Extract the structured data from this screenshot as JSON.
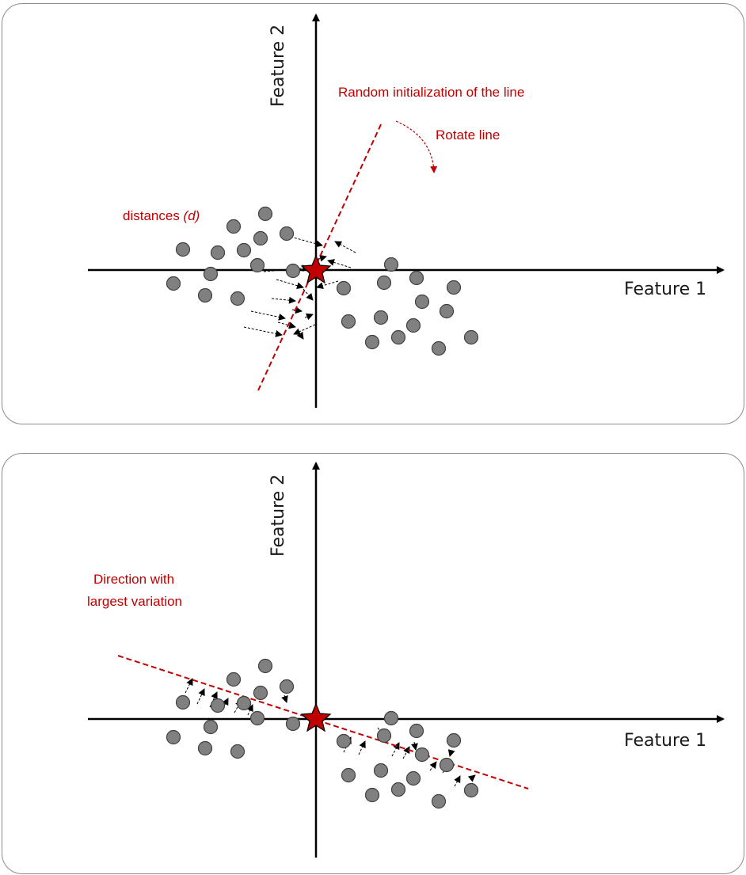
{
  "colors": {
    "accent": "#c00000",
    "axis": "#000000",
    "point_fill": "#808080",
    "point_stroke": "#3f3f3f",
    "panel_border": "#8c8c8c"
  },
  "panels": [
    {
      "id": "top",
      "x_axis_label": "Feature 1",
      "y_axis_label": "Feature 2",
      "annotations": {
        "line_caption": "Random initialization of the line",
        "rotate_caption": "Rotate line",
        "distance_caption": "distances ",
        "distance_symbol": "(d)"
      }
    },
    {
      "id": "bottom",
      "x_axis_label": "Feature 1",
      "y_axis_label": "Feature 2",
      "annotations": {
        "direction_caption_line1": "Direction with",
        "direction_caption_line2": "largest variation"
      }
    }
  ]
}
